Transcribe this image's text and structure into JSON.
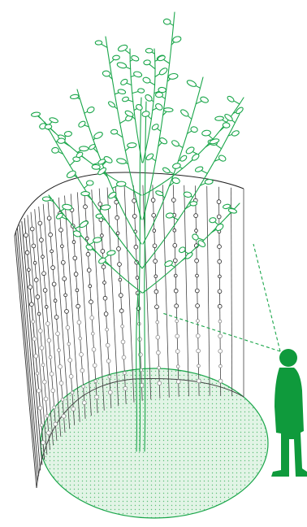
{
  "illustration": {
    "subject": "",
    "colors": {
      "green": "#1aa64a",
      "green_dark": "#0f9a3c",
      "floor_fill": "#dff3e4",
      "floor_dots": "#5fbf7a",
      "line_dark": "#222222",
      "line_light": "#8a8a8a",
      "background": "#ffffff"
    },
    "icons": [
      "tree",
      "curved-screen-wall",
      "standing-person",
      "sight-line",
      "ground-circle"
    ]
  }
}
